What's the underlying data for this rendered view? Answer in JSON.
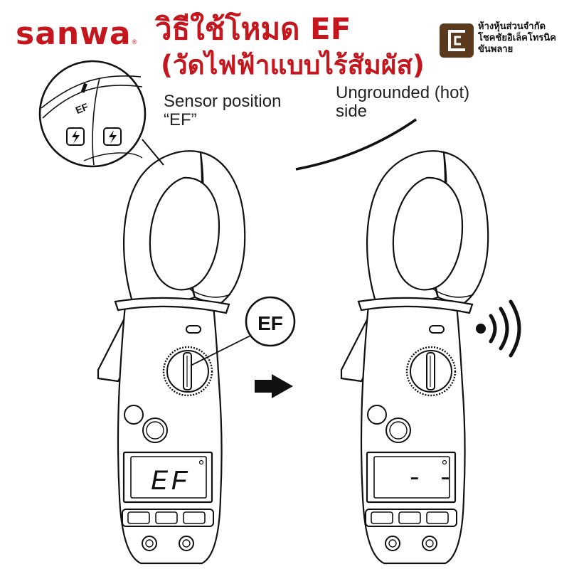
{
  "header": {
    "brand": "sanwa",
    "brand_mark": "®",
    "title_line1": "วิธีใช้โหมด EF",
    "title_line2": "(วัดไฟฟ้าแบบไร้สัมผัส)",
    "title_color": "#c4161c"
  },
  "dealer": {
    "logo_color": "#5a3a1c",
    "lines": [
      "ห้างหุ้นส่วนจำกัด",
      "โชคชัยอิเล็คโทรนิค",
      "ขันพลาย"
    ]
  },
  "labels": {
    "sensor_line1": "Sensor position",
    "sensor_line2": "“EF”",
    "ungrounded_line1": "Ungrounded (hot)",
    "ungrounded_line2": "side"
  },
  "inset": {
    "text": "EF"
  },
  "callout": {
    "text": "EF"
  },
  "meters": {
    "left_display": "EF",
    "right_display": "- -"
  },
  "icons": {
    "arrow": "right-arrow-icon",
    "signal": "sound-waves-icon",
    "warning": "high-voltage-icon"
  }
}
